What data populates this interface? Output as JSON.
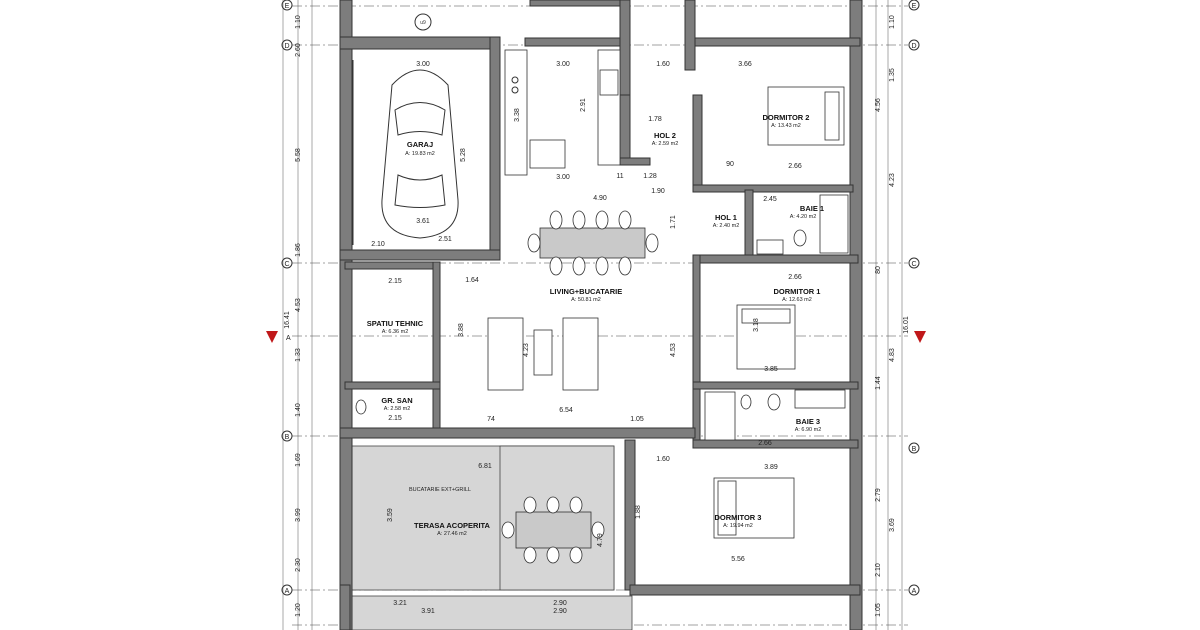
{
  "rooms": {
    "garaj": {
      "name": "GARAJ",
      "area": "A: 19.83 m2"
    },
    "hol2": {
      "name": "HOL 2",
      "area": "A: 2.59 m2"
    },
    "dormitor2": {
      "name": "DORMITOR 2",
      "area": "A: 13.43 m2"
    },
    "hol1": {
      "name": "HOL 1",
      "area": "A: 2.40 m2"
    },
    "baie1": {
      "name": "BAIE 1",
      "area": "A: 4.20 m2"
    },
    "living": {
      "name": "LIVING+BUCATARIE",
      "area": "A: 50.81 m2"
    },
    "spatiu_tehnic": {
      "name": "SPATIU TEHNIC",
      "area": "A: 6.36 m2"
    },
    "dormitor1": {
      "name": "DORMITOR 1",
      "area": "A: 12.63 m2"
    },
    "gr_san": {
      "name": "GR. SAN",
      "area": "A: 2.58 m2"
    },
    "baie3": {
      "name": "BAIE 3",
      "area": "A: 6.90 m2"
    },
    "terasa": {
      "name": "TERASA ACOPERITA",
      "area": "A: 27.46 m2"
    },
    "bucatarie_ext": {
      "name": "BUCATARIE EXT+GRILL"
    },
    "dormitor3": {
      "name": "DORMITOR 3",
      "area": "A: 19.94 m2"
    }
  },
  "grid_bubbles": {
    "left": [
      "E",
      "D",
      "C",
      "B",
      "A"
    ],
    "right": [
      "E",
      "D",
      "C",
      "B",
      "A"
    ],
    "top_tag": "u9"
  },
  "dimensions": {
    "left_outer": [
      "1.10",
      "2.60",
      "5.58",
      "1.86",
      "4.53",
      "1.33",
      "1.40",
      "1.69",
      "3.99",
      "2.30",
      "1.20"
    ],
    "left_total": "16.41",
    "right_outer": [
      "1.10",
      "1.35",
      "4.56",
      "4.23",
      "80",
      "4.83",
      "1.44",
      "2.79",
      "3.69",
      "2.10",
      "1.05"
    ],
    "right_total": "16.01",
    "interior": [
      "3.00",
      "3.00",
      "3.66",
      "3.00",
      "4.90",
      "1.90",
      "2.45",
      "3.61",
      "2.10",
      "2.51",
      "2.15",
      "1.64",
      "2.15",
      "6.54",
      "6.81",
      "3.89",
      "5.56",
      "2.90",
      "2.90",
      "3.21",
      "3.91",
      "3.85",
      "2.66",
      "2.66",
      "2.66",
      "1.60",
      "1.60",
      "1.78",
      "1.28",
      "5.28",
      "3.38",
      "2.91",
      "1.71",
      "4.23",
      "4.53",
      "3.18",
      "3.88",
      "4.79",
      "3.59",
      "1.88",
      "1.05",
      "74",
      "11",
      "90"
    ]
  },
  "section_marker": "A",
  "colors": {
    "wall": "#7d7d7d",
    "terrace": "#d6d6d6",
    "marker": "#c0181a"
  }
}
